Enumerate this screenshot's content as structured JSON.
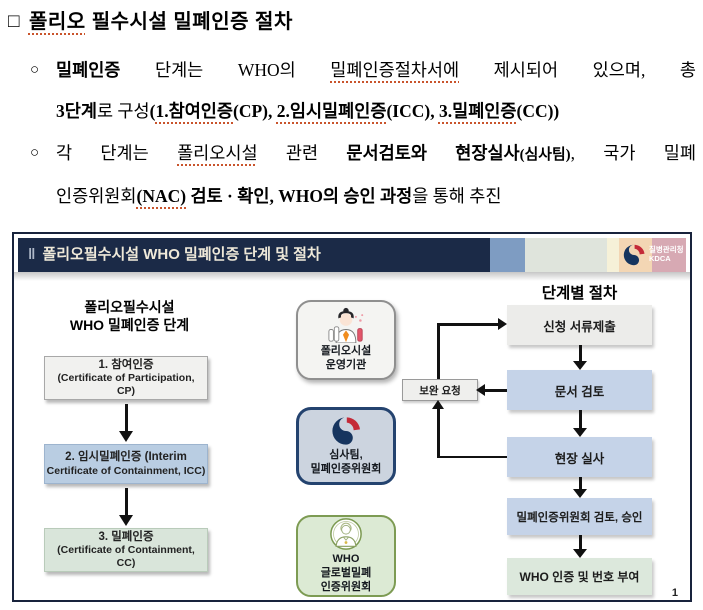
{
  "doc": {
    "heading": {
      "bullet": "□",
      "segments": [
        {
          "t": "폴리오",
          "u": 1
        },
        {
          "t": " 필수시설 밀폐인증 절차"
        }
      ]
    },
    "bullets": [
      {
        "marker": "○",
        "lines": [
          [
            {
              "t": "밀폐인증",
              "b": 1
            },
            {
              "t": " 단계는 WHO의 "
            },
            {
              "t": "밀폐인증절차서에",
              "u": 1
            },
            {
              "t": " 제시되어 있으며, 총"
            }
          ],
          [
            {
              "t": "3단계",
              "b": 1
            },
            {
              "t": "로 구성"
            },
            {
              "t": "(",
              "b": 1
            },
            {
              "t": "1.참여인증",
              "b": 1,
              "u": 1
            },
            {
              "t": "(CP), ",
              "b": 1
            },
            {
              "t": "2.임시밀폐인증",
              "b": 1,
              "u": 1
            },
            {
              "t": "(ICC), ",
              "b": 1
            },
            {
              "t": "3.밀폐인증",
              "b": 1,
              "u": 1
            },
            {
              "t": "(CC))",
              "b": 1
            }
          ]
        ]
      },
      {
        "marker": "○",
        "lines": [
          [
            {
              "t": "각 단계는 "
            },
            {
              "t": "폴리오시설",
              "u": 1
            },
            {
              "t": " 관련 "
            },
            {
              "t": "문서검토와 현장실사",
              "b": 1
            },
            {
              "t": "(심사팀)",
              "b": 1,
              "s": 1
            },
            {
              "t": ", 국가 밀폐"
            }
          ],
          [
            {
              "t": "인증위원회"
            },
            {
              "t": "(NAC)",
              "b": 1,
              "u": 1
            },
            {
              "t": " 검토 · 확인, ",
              "b": 1
            },
            {
              "t": "WHO의 승인 과정",
              "b": 1
            },
            {
              "t": "을 통해 추진"
            }
          ]
        ]
      }
    ]
  },
  "diagram": {
    "title_bars": "‖",
    "title": "폴리오필수시설 WHO 밀폐인증 단계 및 절차",
    "kdca_logo": {
      "agency": "질병관리청",
      "abbr": "KDCA"
    },
    "left": {
      "title_line1": "폴리오필수시설",
      "title_line2": "WHO 밀폐인증 단계",
      "boxes": [
        {
          "lines": [
            "1. 참여인증",
            "(Certificate of Participation,",
            "CP)"
          ]
        },
        {
          "lines": [
            "2. 임시밀폐인증 (Interim",
            "Certificate of Containment, ICC)"
          ]
        },
        {
          "lines": [
            "3. 밀폐인증",
            "(Certificate of Containment,",
            "CC)"
          ]
        }
      ]
    },
    "actors": [
      {
        "icon": "scientist-icon",
        "lines": [
          "폴리오시설",
          "운영기관"
        ]
      },
      {
        "icon": "kdca-taegeuk-icon",
        "lines": [
          "심사팀,",
          "밀폐인증위원회"
        ]
      },
      {
        "icon": "who-person-icon",
        "lines": [
          "WHO",
          "글로벌밀폐",
          "인증위원회"
        ]
      }
    ],
    "right": {
      "title": "단계별 절차",
      "steps": [
        {
          "label": "신청 서류제출"
        },
        {
          "label": "문서 검토"
        },
        {
          "label": "현장 실사"
        },
        {
          "label": "밀폐인증위원회 검토, 승인"
        },
        {
          "label": "WHO 인증 및 번호 부여"
        }
      ],
      "loop_label": "보완 요청"
    },
    "page_number": "1"
  },
  "colors": {
    "header_navy": "#1b2a47",
    "stripe_blue": "#7e9cc2",
    "stripe_sage": "#dfe4dc",
    "stripe_ivory": "#f6f1d8",
    "stripe_peach": "#f3d6b4",
    "stripe_pink": "#d7a9b3",
    "flow_gray": "#ececea",
    "flow_blue": "#c5d3e8",
    "flow_green": "#dce8dc",
    "left_blue": "#b9cde2",
    "left_green": "#d9e5da",
    "kdca_navy": "#16355f",
    "kdca_red": "#c42a38",
    "who_green": "#7d9b53",
    "spellcheck_underline": "#c9542c"
  }
}
